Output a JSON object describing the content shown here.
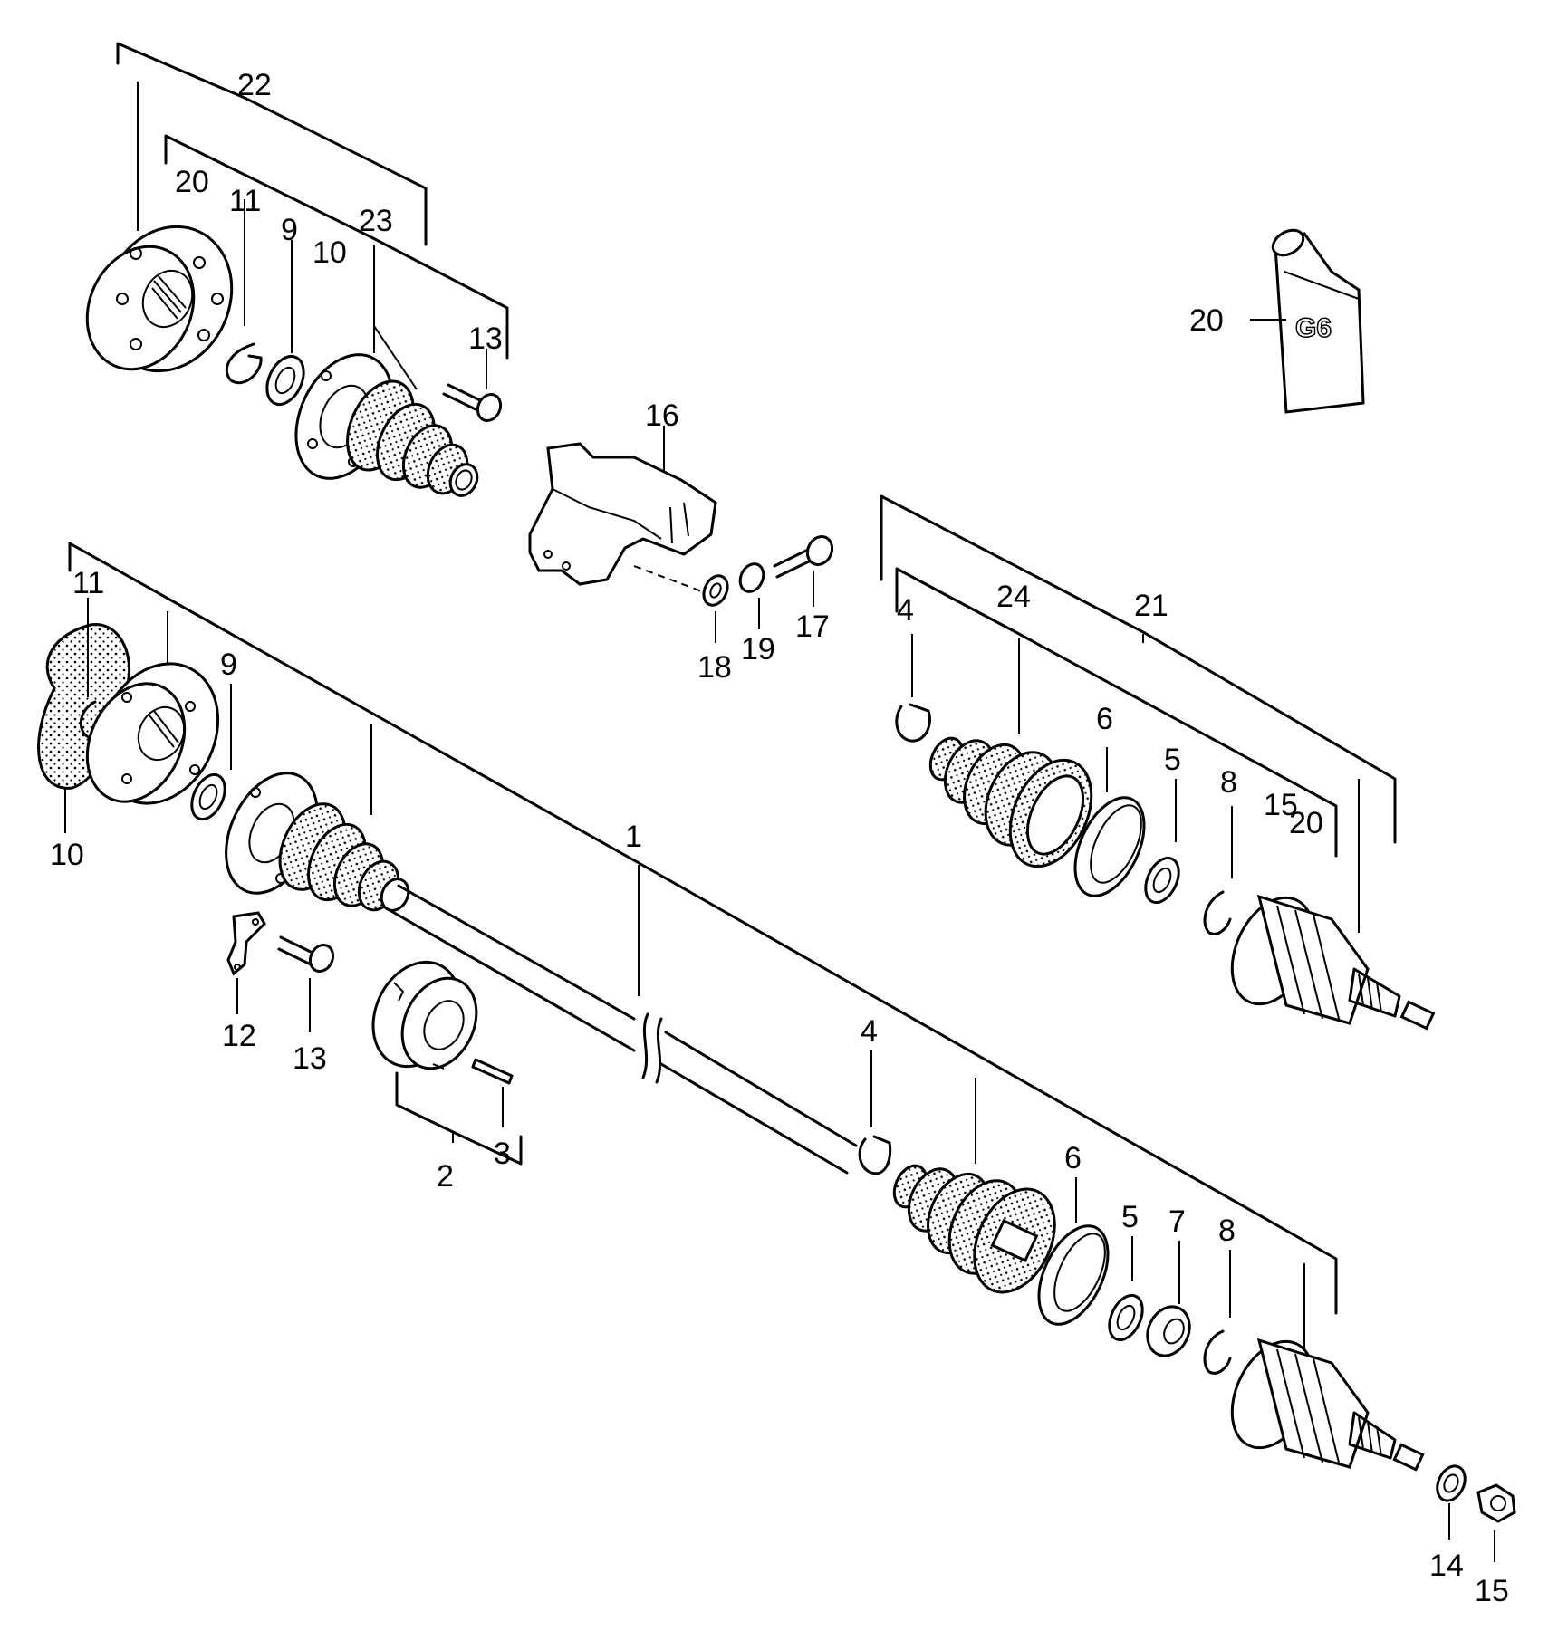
{
  "tube_label": "G6",
  "labels": [
    "22",
    "20",
    "11",
    "9",
    "10",
    "23",
    "13",
    "16",
    "20",
    "11",
    "9",
    "10",
    "18",
    "19",
    "17",
    "4",
    "24",
    "21",
    "6",
    "5",
    "8",
    "15",
    "20",
    "1",
    "12",
    "13",
    "3",
    "2",
    "4",
    "6",
    "5",
    "7",
    "8",
    "14",
    "15"
  ]
}
